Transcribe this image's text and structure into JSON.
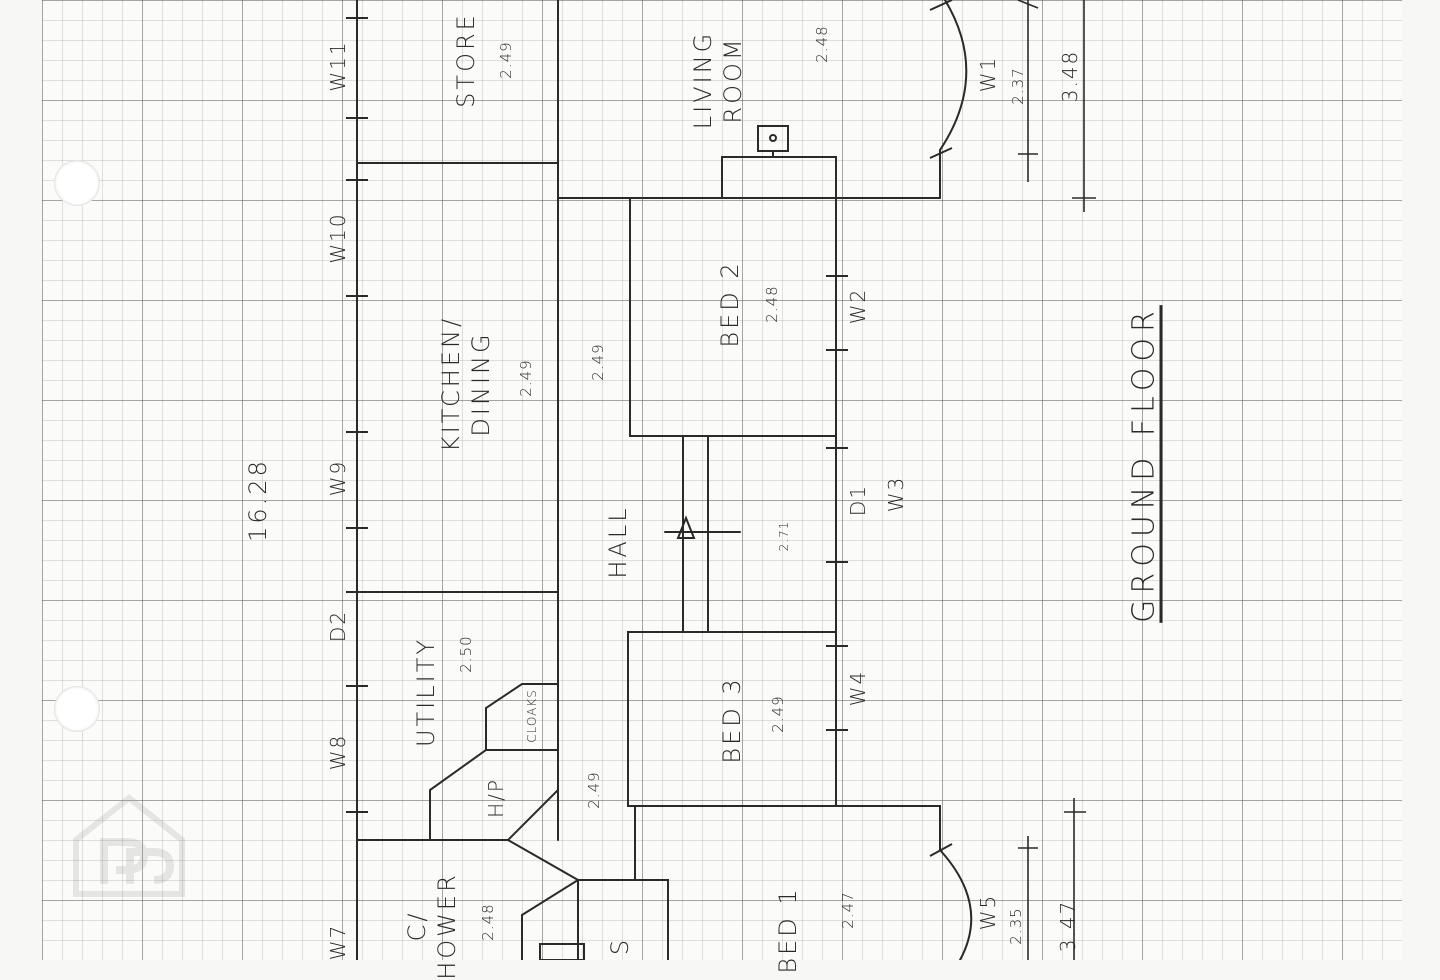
{
  "sheet": {
    "title": "GROUND FLOOR",
    "overall_dimension": "16.28"
  },
  "rooms": {
    "store": {
      "name": "STORE",
      "height": "2.49"
    },
    "living_room": {
      "name_line1": "LIVING",
      "name_line2": "ROOM",
      "height": "2.48"
    },
    "kitchen": {
      "name_line1": "KITCHEN/",
      "name_line2": "DINING",
      "height": "2.49"
    },
    "bed2": {
      "name": "BED 2",
      "height": "2.48"
    },
    "hall": {
      "name": "HALL",
      "height_upper": "2.49",
      "height_mid": "2.71",
      "height_lower": "2.49"
    },
    "utility": {
      "name": "UTILITY",
      "height": "2.50"
    },
    "cloaks": {
      "name": "CLOAKS"
    },
    "hp": {
      "name": "H/P"
    },
    "bed3": {
      "name": "BED 3",
      "height": "2.49"
    },
    "shower": {
      "name_line1": "C/",
      "name_line2": "HOWER",
      "height": "2.48"
    },
    "bed1": {
      "name": "BED 1",
      "height": "2.47"
    },
    "s_room": {
      "name": "S"
    }
  },
  "openings": {
    "w1": "W1",
    "w2": "W2",
    "w3": "W3",
    "w4": "W4",
    "w5": "W5",
    "w7": "W7",
    "w8": "W8",
    "w9": "W9",
    "w10": "W10",
    "w11": "W11",
    "d1": "D1",
    "d2": "D2"
  },
  "dimensions": {
    "w1_width": "2.37",
    "top_bay": "3.48",
    "w5_width": "2.35",
    "bottom_bay": "3.47"
  }
}
